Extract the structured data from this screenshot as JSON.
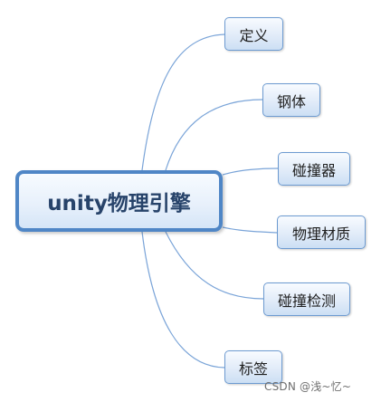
{
  "diagram": {
    "root": {
      "label": "unity物理引擎"
    },
    "children": [
      {
        "label": "定义"
      },
      {
        "label": "钢体"
      },
      {
        "label": "碰撞器"
      },
      {
        "label": "物理材质"
      },
      {
        "label": "碰撞检测"
      },
      {
        "label": "标签"
      }
    ],
    "connector_color": "#7aa4d8",
    "root_border_color": "#4f86c6",
    "node_border_color": "#6d9bd1"
  },
  "watermark": "CSDN @浅~忆~"
}
